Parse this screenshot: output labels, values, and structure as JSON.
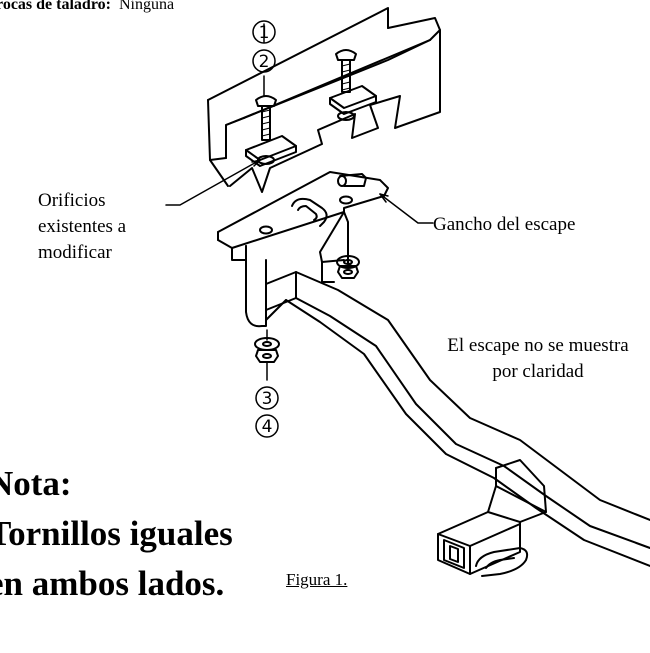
{
  "header": {
    "label": "rocas de taladro:",
    "value": "Ninguna"
  },
  "callouts": {
    "orificios_line1": "Orificios",
    "orificios_line2": "existentes a",
    "orificios_line3": "modificar",
    "gancho": "Gancho del escape",
    "exhaust_line1": "El escape no se muestra",
    "exhaust_line2": "por claridad"
  },
  "part_numbers": [
    "1",
    "2",
    "3",
    "4"
  ],
  "note": {
    "line1": "Nota:",
    "line2": "Tornillos iguales",
    "line3": "en ambos lados."
  },
  "figure_caption": "Figura 1."
}
